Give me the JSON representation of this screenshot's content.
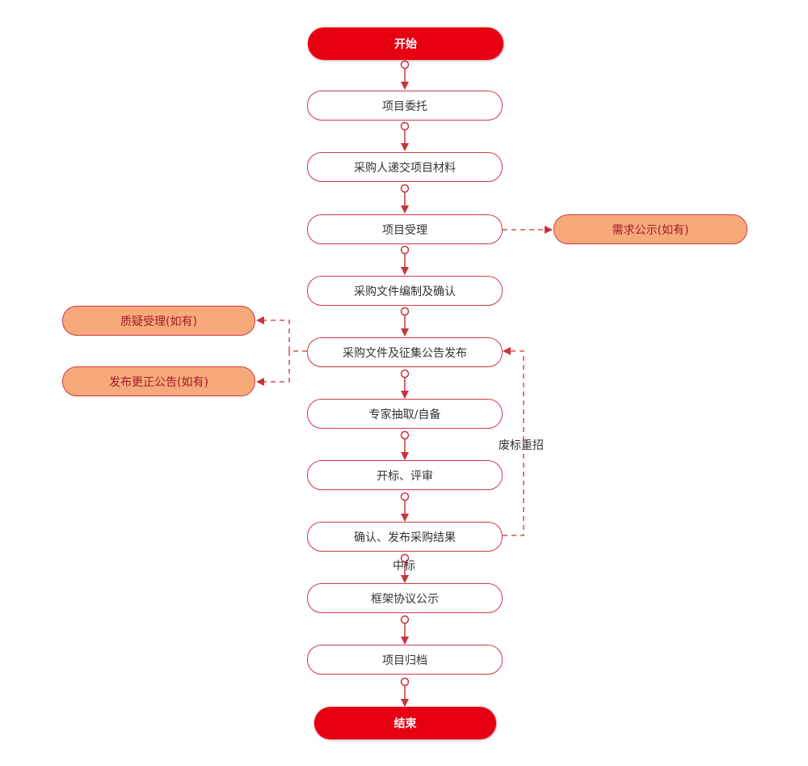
{
  "colors": {
    "terminal_fill": "#e60012",
    "step_border": "#cc3a4a",
    "side_fill": "#f7a97a",
    "side_text": "#a01a2a",
    "arrow": "#c8323f",
    "text": "#333333"
  },
  "nodes": {
    "start": "开始",
    "step1": "项目委托",
    "step2": "采购人递交项目材料",
    "step3": "项目受理",
    "step4": "采购文件编制及确认",
    "step5": "采购文件及征集公告发布",
    "step6": "专家抽取/自备",
    "step7": "开标、评审",
    "step8": "确认、发布采购结果",
    "step9": "框架协议公示",
    "step10": "项目归档",
    "end": "结束",
    "side_demand": "需求公示(如有)",
    "side_query": "质疑受理(如有)",
    "side_correction": "发布更正公告(如有)"
  },
  "edge_labels": {
    "rebid": "废标重招",
    "winning": "中标"
  }
}
